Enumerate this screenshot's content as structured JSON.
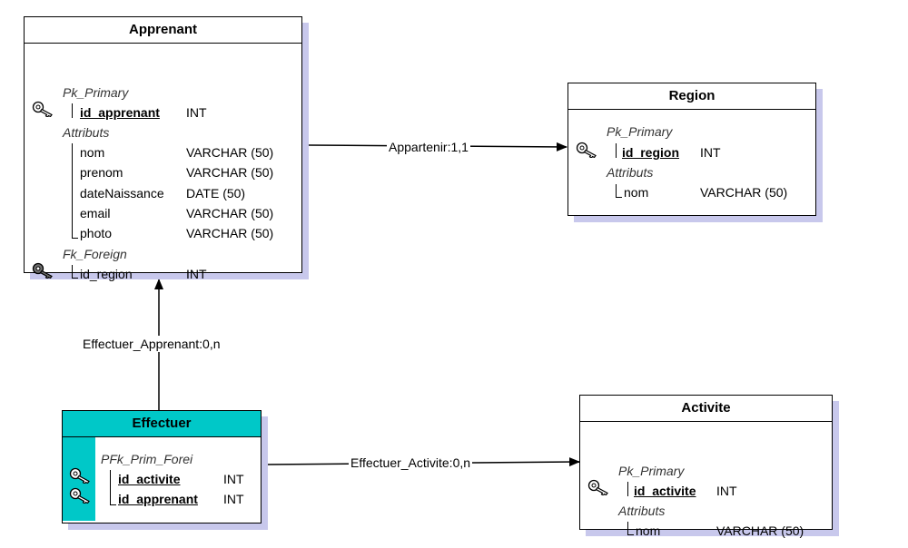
{
  "entities": {
    "apprenant": {
      "title": "Apprenant",
      "pk_section": "Pk_Primary",
      "pk_field": {
        "name": "id_apprenant",
        "type": "INT"
      },
      "attr_section": "Attributs",
      "attributes": [
        {
          "name": "nom",
          "type": "VARCHAR (50)"
        },
        {
          "name": "prenom",
          "type": "VARCHAR (50)"
        },
        {
          "name": "dateNaissance",
          "type": "DATE (50)"
        },
        {
          "name": "email",
          "type": "VARCHAR (50)"
        },
        {
          "name": "photo",
          "type": "VARCHAR (50)"
        }
      ],
      "fk_section": "Fk_Foreign",
      "fk_field": {
        "name": "id_region",
        "type": "INT"
      }
    },
    "region": {
      "title": "Region",
      "pk_section": "Pk_Primary",
      "pk_field": {
        "name": "id_region",
        "type": "INT"
      },
      "attr_section": "Attributs",
      "attributes": [
        {
          "name": "nom",
          "type": "VARCHAR (50)"
        }
      ]
    },
    "activite": {
      "title": "Activite",
      "pk_section": "Pk_Primary",
      "pk_field": {
        "name": "id_activite",
        "type": "INT"
      },
      "attr_section": "Attributs",
      "attributes": [
        {
          "name": "nom",
          "type": "VARCHAR (50)"
        }
      ]
    },
    "effectuer": {
      "title": "Effectuer",
      "pfk_section": "PFk_Prim_Forei",
      "pfk_fields": [
        {
          "name": "id_activite",
          "type": "INT"
        },
        {
          "name": "id_apprenant",
          "type": "INT"
        }
      ]
    }
  },
  "relations": {
    "appartenir": "Appartenir:1,1",
    "effectuer_apprenant": "Effectuer_Apprenant:0,n",
    "effectuer_activite": "Effectuer_Activite:0,n"
  },
  "colors": {
    "associative_header": "#00c8c8",
    "shadow": "#c8c8ec",
    "gold_key": "#c8c8c8",
    "fk_key": "#707070"
  },
  "icons": {
    "primary_key": "key-icon",
    "foreign_key": "foreign-key-icon"
  }
}
